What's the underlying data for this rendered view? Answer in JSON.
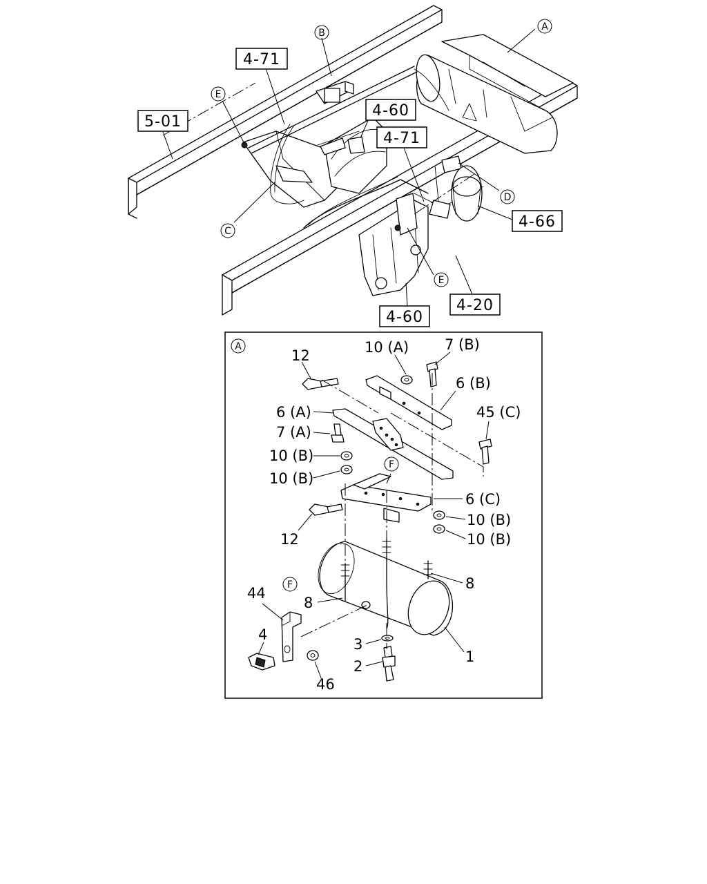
{
  "overview": {
    "ref_boxes": [
      "4-71",
      "5-01",
      "4-60",
      "4-71",
      "4-66",
      "4-20",
      "4-60"
    ],
    "circle_letters": [
      "A",
      "B",
      "E",
      "C",
      "D",
      "E"
    ]
  },
  "detail": {
    "view_letter": "A",
    "callouts": [
      "12",
      "10 (A)",
      "7 (B)",
      "6 (B)",
      "6 (A)",
      "7 (A)",
      "45 (C)",
      "10 (B)",
      "10 (B)",
      "F",
      "6 (C)",
      "10 (B)",
      "10 (B)",
      "12",
      "8",
      "8",
      "44",
      "F",
      "4",
      "3",
      "2",
      "46",
      "1"
    ]
  }
}
